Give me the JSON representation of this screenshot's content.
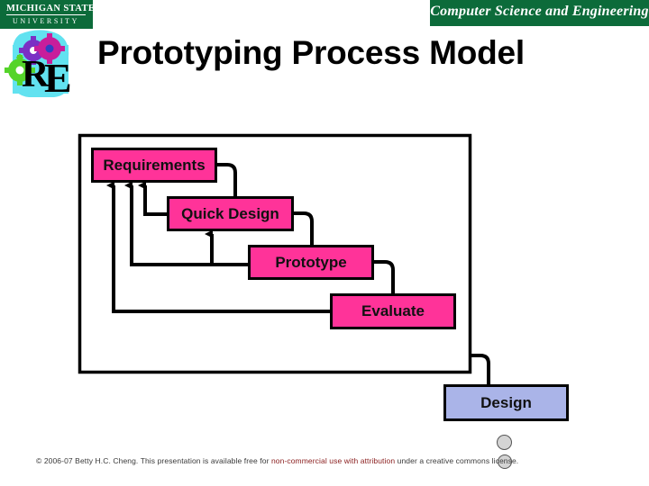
{
  "header": {
    "msu_banner": {
      "line1": "MICHIGAN STATE",
      "line2": "UNIVERSITY",
      "bg_color": "#0C6B3A"
    },
    "cse_banner": {
      "text": "Computer Science and Engineering",
      "bg_color": "#0C6B3A"
    },
    "logo_alt": "SERL RE gears logo"
  },
  "title": "Prototyping Process Model",
  "diagram": {
    "type": "process-flow",
    "box_fill_pink": "#FF3399",
    "box_fill_blue": "#AAB4E8",
    "stroke": "#000000",
    "boxes": [
      {
        "id": "requirements",
        "label": "Requirements",
        "fill": "#FF3399"
      },
      {
        "id": "quick-design",
        "label": "Quick Design",
        "fill": "#FF3399"
      },
      {
        "id": "prototype",
        "label": "Prototype",
        "fill": "#FF3399"
      },
      {
        "id": "evaluate",
        "label": "Evaluate",
        "fill": "#FF3399"
      },
      {
        "id": "design",
        "label": "Design",
        "fill": "#AAB4E8"
      }
    ],
    "flows_forward": [
      "Requirements -> Quick Design",
      "Quick Design -> Prototype",
      "Prototype -> Evaluate",
      "Evaluate -> Design"
    ],
    "flows_feedback": [
      "Evaluate -> Requirements",
      "Prototype -> Requirements",
      "Quick Design -> Requirements",
      "Prototype -> Quick Design"
    ]
  },
  "footer": {
    "part1": "© 2006-07 Betty H.C. Cheng. This presentation is available free for ",
    "highlight": "non-commercial use with attribution",
    "part2": " under a creative commons license.",
    "highlight_color": "#8B2020"
  }
}
